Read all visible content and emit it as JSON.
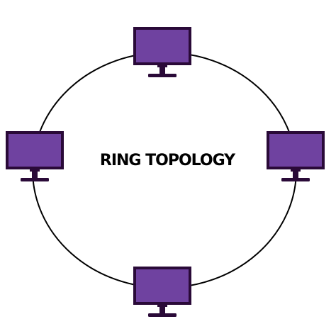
{
  "diagram": {
    "title": "RING TOPOLOGY",
    "type": "ring-topology",
    "node_icon": "monitor-icon",
    "nodes": [
      {
        "id": "top"
      },
      {
        "id": "right"
      },
      {
        "id": "bottom"
      },
      {
        "id": "left"
      }
    ],
    "colors": {
      "screen": "#6f42a0",
      "bezel": "#2a0a38",
      "ring": "#000000",
      "title": "#000000",
      "background": "#ffffff"
    }
  }
}
